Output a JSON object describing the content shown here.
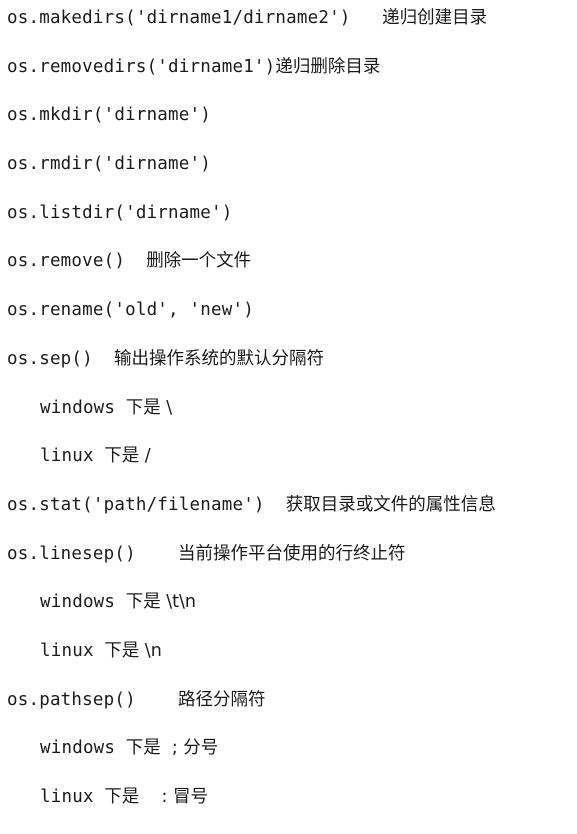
{
  "lines": [
    {
      "code": "os.makedirs('dirname1/dirname2')",
      "gap": "   ",
      "desc": "递归创建目录",
      "indent": false
    },
    {
      "code": "os.removedirs('dirname1')",
      "gap": "",
      "desc": "递归删除目录",
      "indent": false
    },
    {
      "code": "os.mkdir('dirname')",
      "gap": "",
      "desc": "",
      "indent": false
    },
    {
      "code": "os.rmdir('dirname')",
      "gap": "",
      "desc": "",
      "indent": false
    },
    {
      "code": "os.listdir('dirname')",
      "gap": "",
      "desc": "",
      "indent": false
    },
    {
      "code": "os.remove()",
      "gap": "  ",
      "desc": "删除一个文件",
      "indent": false
    },
    {
      "code": "os.rename('old', 'new')",
      "gap": "",
      "desc": "",
      "indent": false
    },
    {
      "code": "os.sep()",
      "gap": "  ",
      "desc": "输出操作系统的默认分隔符",
      "indent": false
    },
    {
      "code": "windows",
      "gap": " ",
      "desc": "下是 \\",
      "indent": true
    },
    {
      "code": "linux",
      "gap": " ",
      "desc": "下是 /",
      "indent": true
    },
    {
      "code": "os.stat('path/filename')",
      "gap": "  ",
      "desc": "获取目录或文件的属性信息",
      "indent": false
    },
    {
      "code": "os.linesep()",
      "gap": "    ",
      "desc": "当前操作平台使用的行终止符",
      "indent": false
    },
    {
      "code": "windows",
      "gap": " ",
      "desc": "下是 \\t\\n",
      "indent": true
    },
    {
      "code": "linux",
      "gap": " ",
      "desc": "下是 \\n",
      "indent": true
    },
    {
      "code": "os.pathsep()",
      "gap": "    ",
      "desc": "路径分隔符",
      "indent": false
    },
    {
      "code": "windows",
      "gap": " ",
      "desc": "下是  ; 分号",
      "indent": true
    },
    {
      "code": "linux",
      "gap": " ",
      "desc": "下是    : 冒号",
      "indent": true
    }
  ]
}
